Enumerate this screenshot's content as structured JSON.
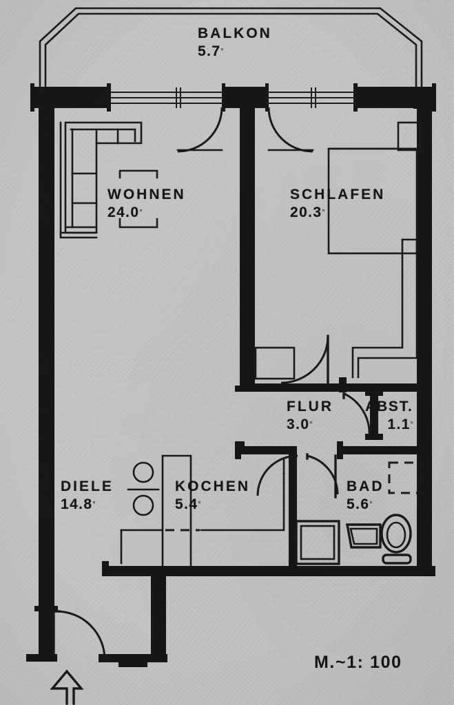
{
  "document": {
    "type": "floor-plan",
    "language": "de",
    "scale_note": "M.~1: 100",
    "unit_symbol": "▫"
  },
  "rooms": [
    {
      "id": "balkon",
      "name": "BALKON",
      "area": "5.7",
      "unit": "▫"
    },
    {
      "id": "wohnen",
      "name": "WOHNEN",
      "area": "24.0",
      "unit": "▫"
    },
    {
      "id": "schlafen",
      "name": "SCHLAFEN",
      "area": "20.3",
      "unit": "▫"
    },
    {
      "id": "flur",
      "name": "FLUR",
      "area": "3.0",
      "unit": "▫"
    },
    {
      "id": "abst",
      "name": "ABST.",
      "area": "1.1",
      "unit": "▫"
    },
    {
      "id": "diele",
      "name": "DIELE",
      "area": "14.8",
      "unit": "▫"
    },
    {
      "id": "kochen",
      "name": "KOCHEN",
      "area": "5.4",
      "unit": "▫"
    },
    {
      "id": "bad",
      "name": "BAD",
      "area": "5.6",
      "unit": "▫"
    }
  ],
  "fixtures": [
    {
      "id": "sofa",
      "room": "wohnen",
      "label": "l-shaped-sofa"
    },
    {
      "id": "coffee-table",
      "room": "wohnen",
      "label": "table"
    },
    {
      "id": "bed",
      "room": "schlafen",
      "label": "bed"
    },
    {
      "id": "nightstand",
      "room": "schlafen",
      "label": "nightstand"
    },
    {
      "id": "wardrobe",
      "room": "schlafen",
      "label": "wardrobe"
    },
    {
      "id": "stove",
      "room": "kochen",
      "label": "stove-burners"
    },
    {
      "id": "counter",
      "room": "kochen",
      "label": "counter"
    },
    {
      "id": "bathtub",
      "room": "bad",
      "label": "bathtub"
    },
    {
      "id": "sink",
      "room": "bad",
      "label": "sink"
    },
    {
      "id": "toilet",
      "room": "bad",
      "label": "toilet"
    },
    {
      "id": "washer",
      "room": "bad",
      "label": "washing-machine"
    }
  ],
  "openings": {
    "entrance": "entry-arrow",
    "balcony_doors": 2,
    "interior_doors": 4,
    "windows": 3
  },
  "colors": {
    "paper": "#cbcbc9",
    "ink": "#17171a",
    "wall_fill": "#17171a"
  }
}
